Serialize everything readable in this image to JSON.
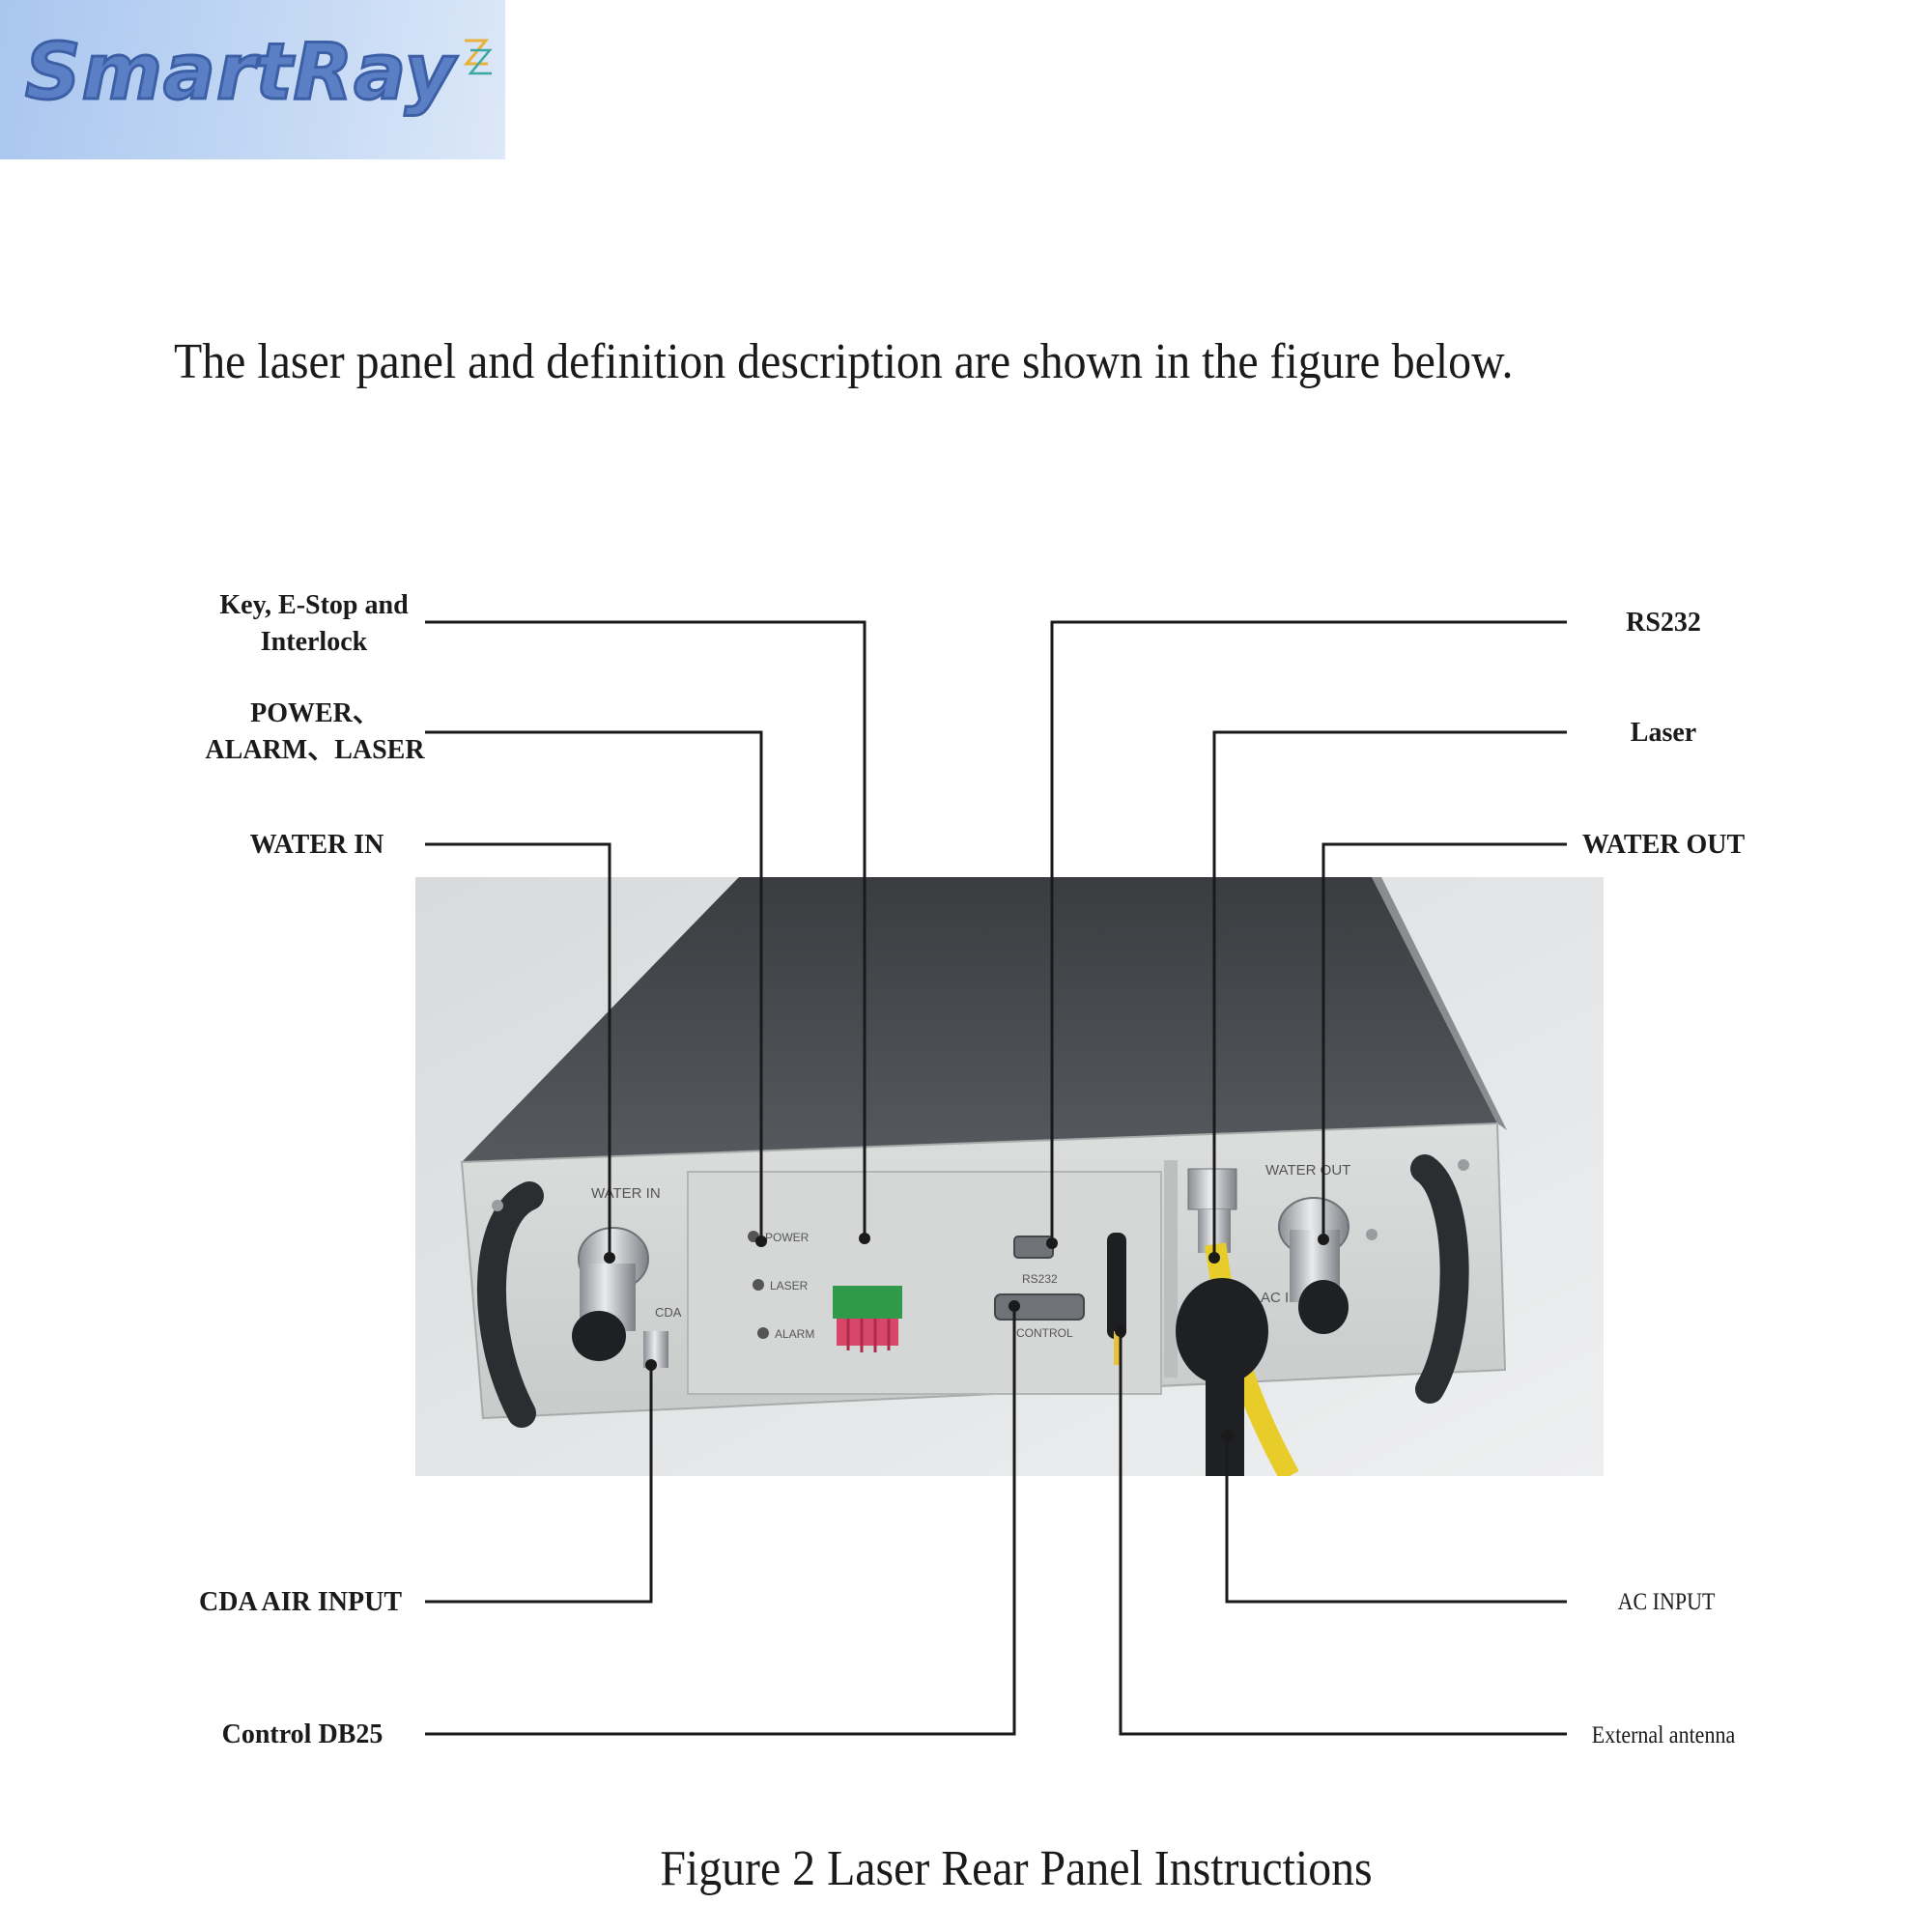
{
  "logo": {
    "text": "SmartRay",
    "accent_color": "#5a7fc4"
  },
  "intro_text": "The laser panel and definition description are shown in the figure below.",
  "labels": {
    "key_estop": "Key, E-Stop and\nInterlock",
    "power_alarm_laser": "POWER、\nALARM、LASER",
    "water_in": "WATER IN",
    "rs232": "RS232",
    "laser": "Laser",
    "water_out": "WATER OUT",
    "cda_air_input": "CDA  AIR INPUT",
    "control_db25": "Control  DB25",
    "ac_input": "AC INPUT",
    "external_antenna": "External antenna"
  },
  "panel_markings": {
    "water_in": "WATER IN",
    "water_out": "WATER OUT",
    "cda": "CDA",
    "power_led": "POWER",
    "laser_led": "LASER",
    "alarm_led": "ALARM",
    "rs232_port": "RS232",
    "control_port": "CONTROL",
    "ac_in": "AC IN"
  },
  "caption": "Figure 2 Laser Rear Panel Instructions"
}
